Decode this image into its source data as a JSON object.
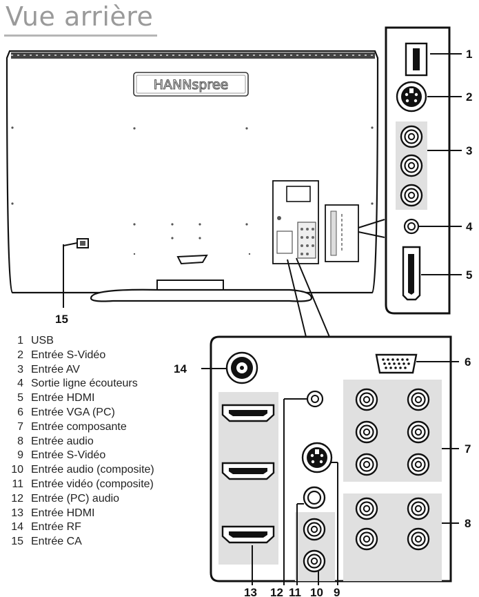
{
  "title": "Vue arrière",
  "logo": "HANNspree",
  "legend": [
    {
      "num": "1",
      "label": "USB"
    },
    {
      "num": "2",
      "label": "Entrée S-Vidéo"
    },
    {
      "num": "3",
      "label": "Entrée AV"
    },
    {
      "num": "4",
      "label": "Sortie ligne écouteurs"
    },
    {
      "num": "5",
      "label": "Entrée HDMI"
    },
    {
      "num": "6",
      "label": "Entrée VGA (PC)"
    },
    {
      "num": "7",
      "label": "Entrée composante"
    },
    {
      "num": "8",
      "label": "Entrée audio"
    },
    {
      "num": "9",
      "label": "Entrée S-Vidéo"
    },
    {
      "num": "10",
      "label": "Entrée audio (composite)"
    },
    {
      "num": "11",
      "label": "Entrée vidéo (composite)"
    },
    {
      "num": "12",
      "label": "Entrée (PC) audio"
    },
    {
      "num": "13",
      "label": "Entrée HDMI"
    },
    {
      "num": "14",
      "label": "Entrée RF"
    },
    {
      "num": "15",
      "label": "Entrée CA"
    }
  ],
  "callouts": {
    "c1": "1",
    "c2": "2",
    "c3": "3",
    "c4": "4",
    "c5": "5",
    "c6": "6",
    "c7": "7",
    "c8": "8",
    "c9": "9",
    "c10": "10",
    "c11": "11",
    "c12": "12",
    "c13": "13",
    "c14": "14",
    "c15": "15"
  }
}
